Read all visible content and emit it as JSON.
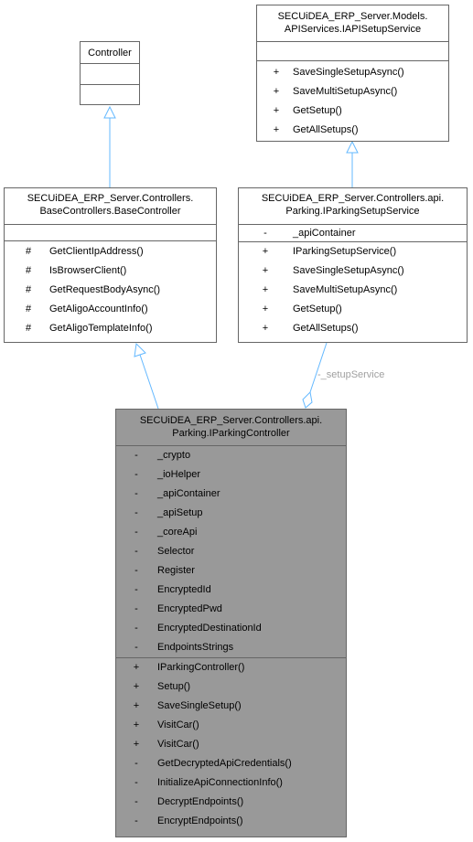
{
  "diagram": {
    "colors": {
      "focus_fill": "#999999",
      "border": "#666666",
      "edge": "#63b8ff",
      "label": "#a0a0a0"
    },
    "controller": {
      "title_lines": [
        "Controller"
      ],
      "attributes": [],
      "operations": []
    },
    "iapi_setup_service": {
      "title_lines": [
        "SECUiDEA_ERP_Server.Models.",
        "APIServices.IAPISetupService"
      ],
      "attributes": [],
      "operations": [
        {
          "vis": "+",
          "name": "SaveSingleSetupAsync()"
        },
        {
          "vis": "+",
          "name": "SaveMultiSetupAsync()"
        },
        {
          "vis": "+",
          "name": "GetSetup()"
        },
        {
          "vis": "+",
          "name": "GetAllSetups()"
        }
      ]
    },
    "base_controller": {
      "title_lines": [
        "SECUiDEA_ERP_Server.Controllers.",
        "BaseControllers.BaseController"
      ],
      "attributes": [],
      "operations": [
        {
          "vis": "#",
          "name": "GetClientIpAddress()"
        },
        {
          "vis": "#",
          "name": "IsBrowserClient()"
        },
        {
          "vis": "#",
          "name": "GetRequestBodyAsync()"
        },
        {
          "vis": "#",
          "name": "GetAligoAccountInfo()"
        },
        {
          "vis": "#",
          "name": "GetAligoTemplateInfo()"
        }
      ]
    },
    "parking_setup_service": {
      "title_lines": [
        "SECUiDEA_ERP_Server.Controllers.api.",
        "Parking.IParkingSetupService"
      ],
      "attributes": [
        {
          "vis": "-",
          "name": "_apiContainer"
        }
      ],
      "operations": [
        {
          "vis": "+",
          "name": "IParkingSetupService()"
        },
        {
          "vis": "+",
          "name": "SaveSingleSetupAsync()"
        },
        {
          "vis": "+",
          "name": "SaveMultiSetupAsync()"
        },
        {
          "vis": "+",
          "name": "GetSetup()"
        },
        {
          "vis": "+",
          "name": "GetAllSetups()"
        }
      ]
    },
    "parking_controller": {
      "title_lines": [
        "SECUiDEA_ERP_Server.Controllers.api.",
        "Parking.IParkingController"
      ],
      "attributes": [
        {
          "vis": "-",
          "name": "_crypto"
        },
        {
          "vis": "-",
          "name": "_ioHelper"
        },
        {
          "vis": "-",
          "name": "_apiContainer"
        },
        {
          "vis": "-",
          "name": "_apiSetup"
        },
        {
          "vis": "-",
          "name": "_coreApi"
        },
        {
          "vis": "-",
          "name": "Selector"
        },
        {
          "vis": "-",
          "name": "Register"
        },
        {
          "vis": "-",
          "name": "EncryptedId"
        },
        {
          "vis": "-",
          "name": "EncryptedPwd"
        },
        {
          "vis": "-",
          "name": "EncryptedDestinationId"
        },
        {
          "vis": "-",
          "name": "EndpointsStrings"
        }
      ],
      "operations": [
        {
          "vis": "+",
          "name": "IParkingController()"
        },
        {
          "vis": "+",
          "name": "Setup()"
        },
        {
          "vis": "+",
          "name": "SaveSingleSetup()"
        },
        {
          "vis": "+",
          "name": "VisitCar()"
        },
        {
          "vis": "+",
          "name": "VisitCar()"
        },
        {
          "vis": "-",
          "name": "GetDecryptedApiCredentials()"
        },
        {
          "vis": "-",
          "name": "InitializeApiConnectionInfo()"
        },
        {
          "vis": "-",
          "name": "DecryptEndpoints()"
        },
        {
          "vis": "-",
          "name": "EncryptEndpoints()"
        }
      ]
    },
    "edges": {
      "setup_service_label": "-_setupService"
    }
  }
}
